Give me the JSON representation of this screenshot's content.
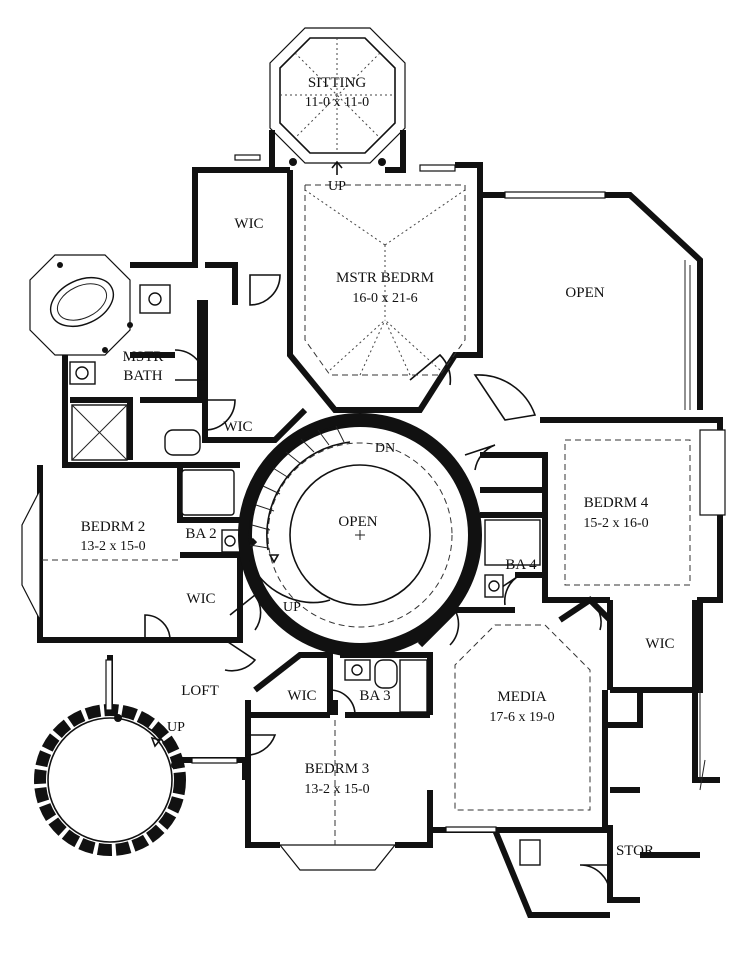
{
  "rooms": {
    "sitting": {
      "name": "SITTING",
      "size": "11-0 x 11-0"
    },
    "master_bedroom": {
      "name": "MSTR BEDRM",
      "size": "16-0 x 21-6"
    },
    "open_top": {
      "name": "OPEN"
    },
    "master_wic": {
      "name": "WIC"
    },
    "master_bath": {
      "name_line1": "MSTR",
      "name_line2": "BATH"
    },
    "master_bath_wic": {
      "name": "WIC"
    },
    "bedroom2": {
      "name": "BEDRM 2",
      "size": "13-2 x 15-0"
    },
    "ba2": {
      "name": "BA 2"
    },
    "bedroom2_wic": {
      "name": "WIC"
    },
    "open_center": {
      "name": "OPEN"
    },
    "bedroom4": {
      "name": "BEDRM 4",
      "size": "15-2 x 16-0"
    },
    "ba4": {
      "name": "BA 4"
    },
    "bedroom4_wic": {
      "name": "WIC"
    },
    "loft": {
      "name": "LOFT"
    },
    "bedroom3_wic": {
      "name": "WIC"
    },
    "ba3": {
      "name": "BA 3"
    },
    "bedroom3": {
      "name": "BEDRM 3",
      "size": "13-2 x 15-0"
    },
    "media": {
      "name": "MEDIA",
      "size": "17-6 x 19-0"
    },
    "storage": {
      "name": "STOR"
    }
  },
  "stairs": {
    "up_sitting": "UP",
    "down_main": "DN",
    "up_main": "UP",
    "up_loft": "UP"
  }
}
